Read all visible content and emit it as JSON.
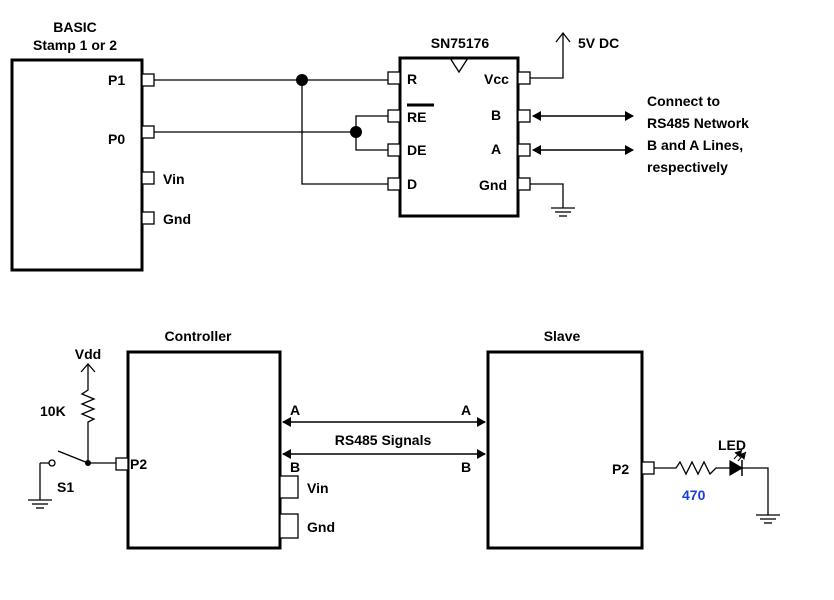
{
  "top": {
    "stamp_title_1": "BASIC",
    "stamp_title_2": "Stamp 1 or 2",
    "stamp_pins": [
      "P1",
      "P0",
      "Vin",
      "Gnd"
    ],
    "chip_title": "SN75176",
    "chip_left_pins": [
      "R",
      "RE",
      "DE",
      "D"
    ],
    "chip_right_pins": [
      "Vcc",
      "B",
      "A",
      "Gnd"
    ],
    "supply_label": "5V DC",
    "network_note": [
      "Connect to",
      "RS485 Network",
      "B and A Lines,",
      "respectively"
    ]
  },
  "bottom": {
    "controller_title": "Controller",
    "slave_title": "Slave",
    "controller_pin": "P2",
    "controller_side_pins": [
      "Vin",
      "Gnd"
    ],
    "line_a": "A",
    "line_b": "B",
    "signals_label": "RS485 Signals",
    "vdd_label": "Vdd",
    "resistor_label": "10K",
    "switch_label": "S1",
    "slave_pin": "P2",
    "led_resistor_label": "470",
    "led_label": "LED"
  },
  "colors": {
    "line": "#000000",
    "value_label": "#1a3fd6"
  }
}
